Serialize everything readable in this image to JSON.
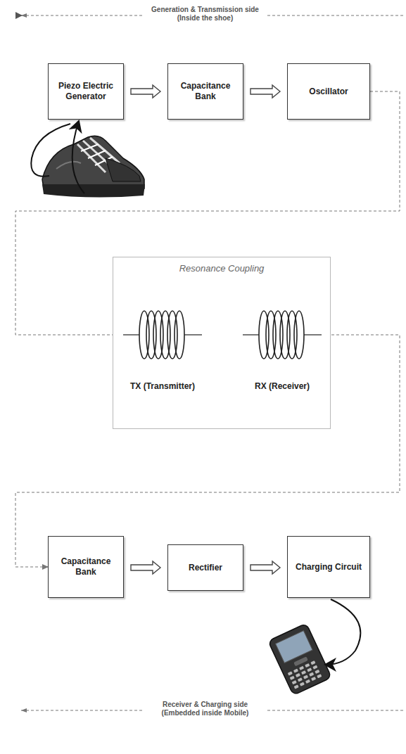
{
  "diagram": {
    "nodes": [
      {
        "text": [
          "Piezo Electric Generator"
        ]
      },
      {
        "text": [
          "Capacitance Bank"
        ]
      },
      {
        "text": [
          "Oscillator"
        ]
      },
      {
        "text": [
          "Resonance Coupling"
        ]
      },
      {
        "text": [
          "TX (Transmitter)"
        ],
        "in": 3
      },
      {
        "text": [
          "RX (Receiver)"
        ],
        "in": 3
      },
      {
        "text": [
          "Capacitance Bank"
        ]
      },
      {
        "text": [
          "Rectifier"
        ]
      },
      {
        "text": [
          "Charging Circuit"
        ]
      }
    ],
    "edges": [
      {
        "from": 0,
        "to": 1,
        "arrow": "to"
      },
      {
        "from": 1,
        "to": 2,
        "arrow": "to"
      },
      {
        "from": 2,
        "to": 4,
        "arrow": "to"
      },
      {
        "from": 4,
        "to": 5,
        "arrow": "to"
      },
      {
        "from": 5,
        "to": 6,
        "arrow": "to"
      },
      {
        "from": 6,
        "to": 7,
        "arrow": "to"
      },
      {
        "from": 7,
        "to": 8,
        "arrow": "to"
      }
    ],
    "labels": [
      "Generation & Transmission side (Inside the shoe)",
      "Receiver & Charging side (Embedded inside Mobile)"
    ]
  }
}
